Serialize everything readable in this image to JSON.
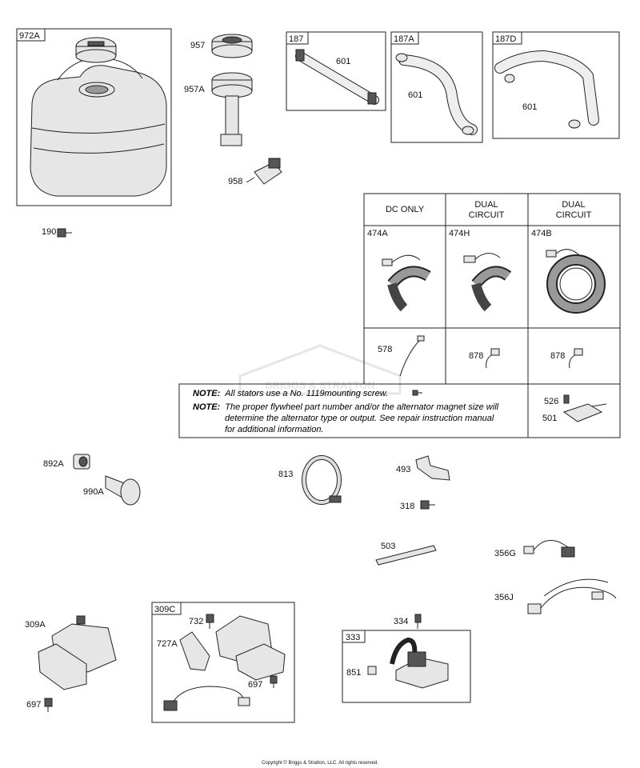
{
  "labels": {
    "972A": "972A",
    "957": "957",
    "957A": "957A",
    "958": "958",
    "190": "190",
    "187": "187",
    "187A": "187A",
    "187D": "187D",
    "601": "601",
    "474A": "474A",
    "474H": "474H",
    "474B": "474B",
    "578": "578",
    "878": "878",
    "526": "526",
    "501": "501",
    "892A": "892A",
    "990A": "990A",
    "813": "813",
    "493": "493",
    "318": "318",
    "503": "503",
    "356G": "356G",
    "356J": "356J",
    "309A": "309A",
    "697": "697",
    "309C": "309C",
    "732": "732",
    "727A": "727A",
    "334": "334",
    "333": "333",
    "851": "851"
  },
  "stator_table": {
    "headers": [
      "DC ONLY",
      "DUAL CIRCUIT",
      "DUAL CIRCUIT"
    ]
  },
  "note": {
    "label": "NOTE:",
    "line1": "All stators use a No. 1119mounting screw.",
    "line2a": "The proper flywheel part number and/or the alternator magnet size will",
    "line2b": "determine the alternator type or output. See repair instruction manual",
    "line2c": "for additional information."
  },
  "watermark": "BRIGGS & STRATTON",
  "copyright": "Copyright © Briggs & Stratton, LLC. All rights reserved."
}
